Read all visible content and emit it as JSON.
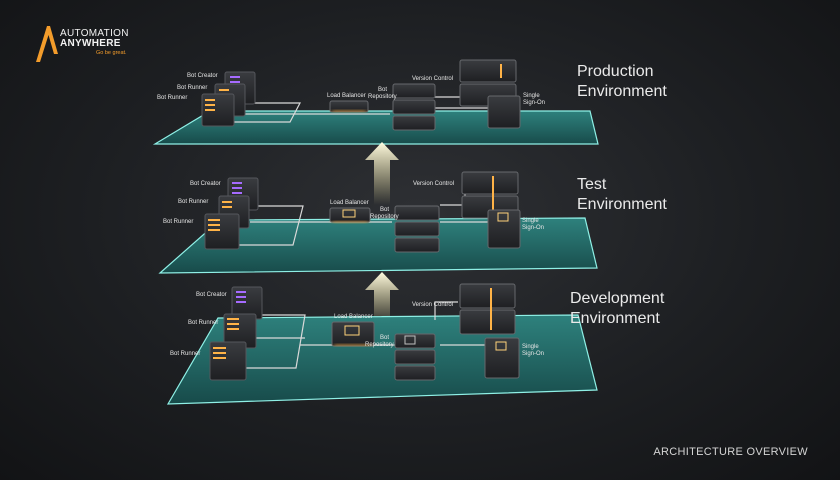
{
  "brand": {
    "name_line1": "AUTOMATION",
    "name_line2": "ANYWHERE",
    "tagline": "Go be great.",
    "accent_color": "#f39c2b"
  },
  "environments": [
    {
      "id": "production",
      "title_line1": "Production",
      "title_line2": "Environment",
      "components": {
        "bot_creator": "Bot Creator",
        "bot_runner_1": "Bot Runner",
        "bot_runner_2": "Bot Runner",
        "load_balancer": "Load Balancer",
        "bot_repository_line1": "Bot",
        "bot_repository_line2": "Repository",
        "version_control": "Version Control",
        "sso_line1": "Single",
        "sso_line2": "Sign-On"
      }
    },
    {
      "id": "test",
      "title_line1": "Test",
      "title_line2": "Environment",
      "components": {
        "bot_creator": "Bot Creator",
        "bot_runner_1": "Bot Runner",
        "bot_runner_2": "Bot Runner",
        "load_balancer": "Load Balancer",
        "bot_repository_line1": "Bot",
        "bot_repository_line2": "Repository",
        "version_control": "Version Control",
        "sso_line1": "Single",
        "sso_line2": "Sign-On"
      }
    },
    {
      "id": "development",
      "title_line1": "Development",
      "title_line2": "Environment",
      "components": {
        "bot_creator": "Bot Creator",
        "bot_runner_1": "Bot Runner",
        "bot_runner_2": "Bot Runner",
        "load_balancer": "Load Balancer",
        "bot_repository_line1": "Bot",
        "bot_repository_line2": "Repository",
        "version_control": "Version Control",
        "sso_line1": "Single",
        "sso_line2": "Sign-On"
      }
    }
  ],
  "footer": {
    "caption": "ARCHITECTURE OVERVIEW"
  },
  "colors": {
    "platform": "#1f6b6a",
    "platform_edge": "#8ff0e6",
    "bot_creator_led": "#a66bff",
    "bot_runner_led": "#ffb347",
    "arrow": "#fff2a8"
  }
}
